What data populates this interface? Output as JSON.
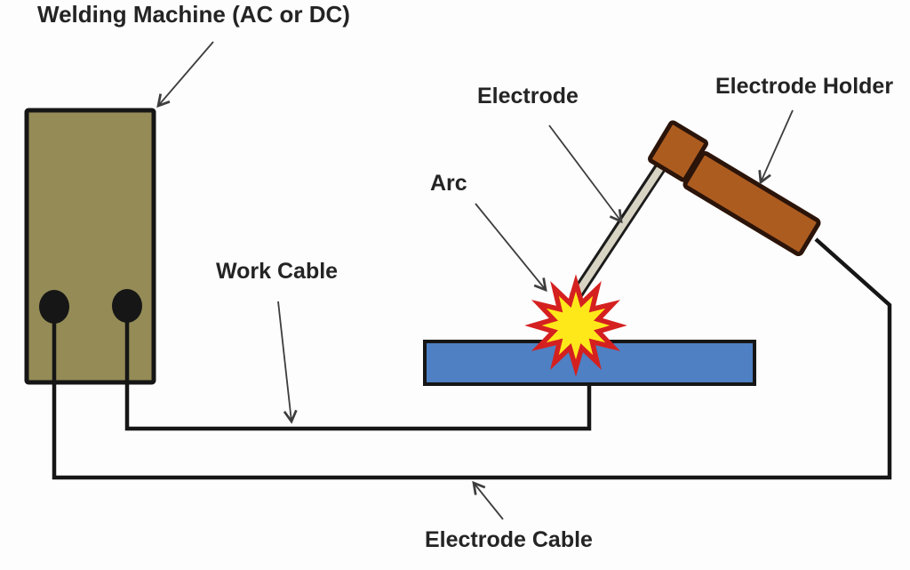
{
  "diagram": {
    "labels": {
      "welding_machine": "Welding Machine (AC or DC)",
      "electrode": "Electrode",
      "electrode_holder": "Electrode Holder",
      "arc": "Arc",
      "work_cable": "Work Cable",
      "electrode_cable": "Electrode Cable"
    },
    "colors": {
      "machine_body": "#948B57",
      "workpiece": "#4E80C3",
      "holder": "#AD5C20",
      "electrode_stick": "#D8D4C4",
      "arc_fill": "#FFE81A",
      "arc_outline": "#D52020",
      "cable": "#161616",
      "label_text": "#242424",
      "background": "#FDFDFD"
    }
  }
}
